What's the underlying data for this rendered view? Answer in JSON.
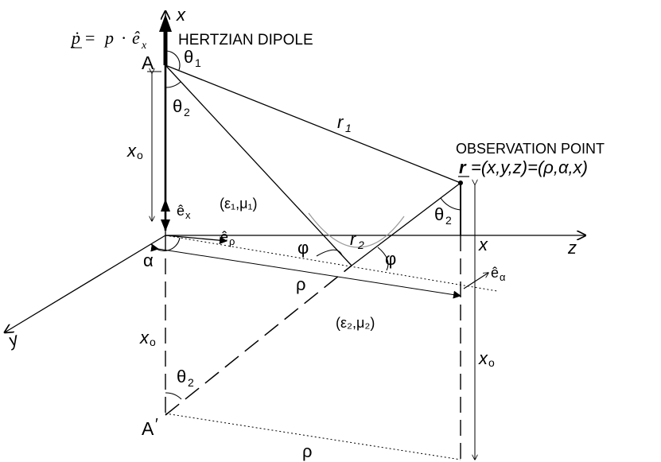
{
  "labels": {
    "axis_x_top": "x",
    "dipole_formula": {
      "lhs": "ṗ",
      "eq": "=",
      "rhs_p": "p",
      "dot": "·",
      "unit": "ê",
      "unit_sub": "x"
    },
    "dipole_title": "HERTZIAN DIPOLE",
    "point_A": "A",
    "theta1": "θ",
    "theta1_sub": "1",
    "theta2_at_A": "θ",
    "theta2_at_A_sub": "2",
    "r1": "r",
    "r1_sub": "1",
    "observation_title": "OBSERVATION POINT",
    "observation_vec": "r",
    "observation_eq": "=(x,y,z)=(ρ,α,x)",
    "x0_upper": "x",
    "x0_upper_sub": "o",
    "e_x": "ê",
    "e_x_sub": "x",
    "medium1": "(ε₁,μ₁)",
    "theta2_at_obs": "θ",
    "theta2_at_obs_sub": "2",
    "x_at_obs": "x",
    "z_axis": "z",
    "e_rho": "ê",
    "e_rho_sub": "ρ",
    "phi_left": "φ",
    "r2": "r",
    "r2_sub": "2",
    "phi_right": "φ",
    "e_alpha": "ê",
    "e_alpha_sub": "α",
    "alpha": "α",
    "rho_mid": "ρ",
    "y_axis": "y",
    "medium2": "(ε₂,μ₂)",
    "x0_lower": "x",
    "x0_lower_sub": "o",
    "x0_right": "x",
    "x0_right_sub": "o",
    "theta2_at_image": "θ",
    "theta2_at_image_sub": "2",
    "point_A_image": "A",
    "point_A_image_prime": "′",
    "rho_bottom": "ρ"
  },
  "colors": {
    "ink": "#000000",
    "grey_curve": "#9a9a9a"
  }
}
